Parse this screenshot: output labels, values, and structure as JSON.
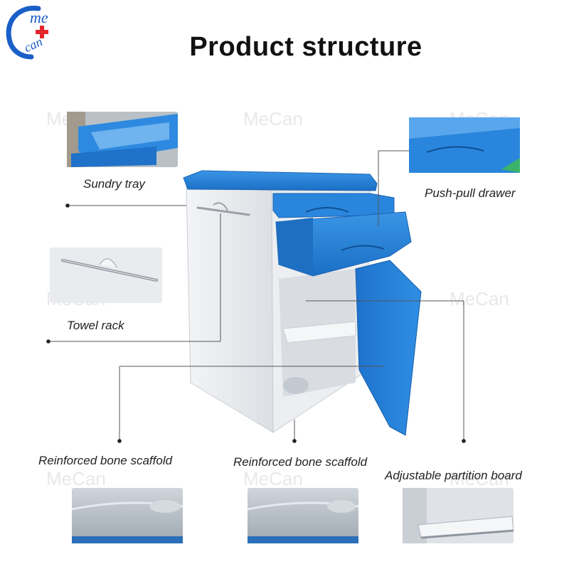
{
  "page": {
    "title": "Product structure",
    "logo_text": "MeCan"
  },
  "watermark": "MeCan",
  "callouts": [
    {
      "label": "Sundry tray"
    },
    {
      "label": "Push-pull drawer"
    },
    {
      "label": "Towel rack"
    },
    {
      "label": "Reinforced bone scaffold"
    },
    {
      "label": "Reinforced bone scaffold"
    },
    {
      "label": "Adjustable partition board"
    }
  ],
  "colors": {
    "accent_blue": "#1f7fd6",
    "cabinet_body": "#e6e8ec",
    "logo_blue": "#1a5fc8",
    "logo_red": "#e3262b"
  }
}
